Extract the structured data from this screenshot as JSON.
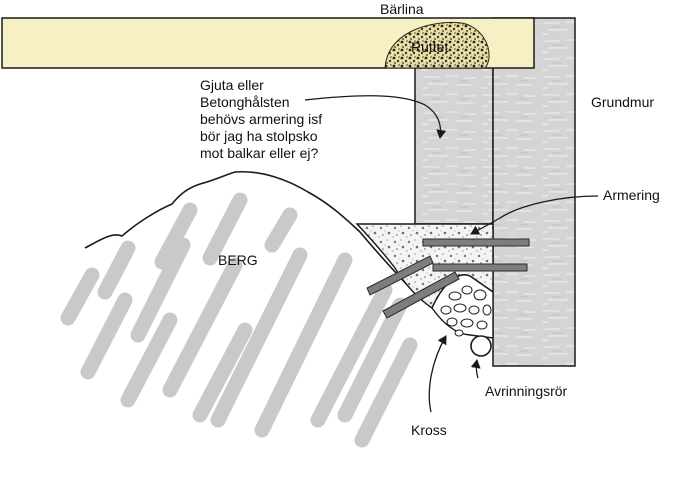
{
  "labels": {
    "barlina": "Bärlina",
    "ruttet": "Ruttet",
    "grundmur": "Grundmur",
    "armering": "Armering",
    "berg": "BERG",
    "avrinningsror": "Avrinningsrör",
    "kross": "Kross"
  },
  "question": [
    "Gjuta eller",
    "Betonghålsten",
    "behövs armering isf",
    "bör jag ha stolpsko",
    "mot balkar eller ej?"
  ],
  "colors": {
    "beam": "#f7f0c4",
    "wall": "#d3d3d3",
    "rock_stroke": "#c8c8c8",
    "rebar": "#7d7d7d",
    "outline": "#1a1a1a",
    "rot": "#3a3420"
  }
}
